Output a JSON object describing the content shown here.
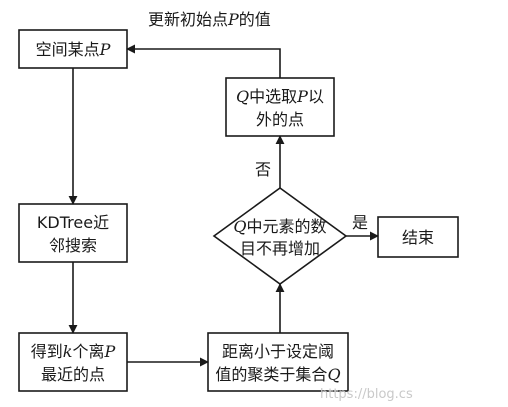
{
  "nodes": {
    "space_point": {
      "segments": [
        {
          "text": "空间某点"
        },
        {
          "text": "P",
          "italic": true
        }
      ]
    },
    "kdtree": {
      "lines": [
        "KDTree近",
        "邻搜索"
      ]
    },
    "get_k": {
      "line1": [
        {
          "text": "得到"
        },
        {
          "text": "k",
          "italic": true
        },
        {
          "text": "个离"
        },
        {
          "text": "P",
          "italic": true
        }
      ],
      "line2": [
        {
          "text": "最近的点"
        }
      ]
    },
    "threshold": {
      "line1": [
        {
          "text": "距离小于设定阈"
        }
      ],
      "line2": [
        {
          "text": "值的聚类于集合"
        },
        {
          "text": "Q",
          "italic": true
        }
      ]
    },
    "decision": {
      "line1": [
        {
          "text": "Q",
          "italic": true
        },
        {
          "text": "中元素的数"
        }
      ],
      "line2": [
        {
          "text": "目不再增加"
        }
      ]
    },
    "select_p": {
      "line1": [
        {
          "text": "Q",
          "italic": true
        },
        {
          "text": "中选取"
        },
        {
          "text": "P",
          "italic": true
        },
        {
          "text": "以"
        }
      ],
      "line2": [
        {
          "text": "外的点"
        }
      ]
    },
    "end": {
      "label": "结束"
    }
  },
  "edge_labels": {
    "update": [
      {
        "text": "更新初始点"
      },
      {
        "text": "P",
        "italic": true
      },
      {
        "text": "的值"
      }
    ],
    "no": "否",
    "yes": "是"
  },
  "watermark": "https://blog.cs"
}
